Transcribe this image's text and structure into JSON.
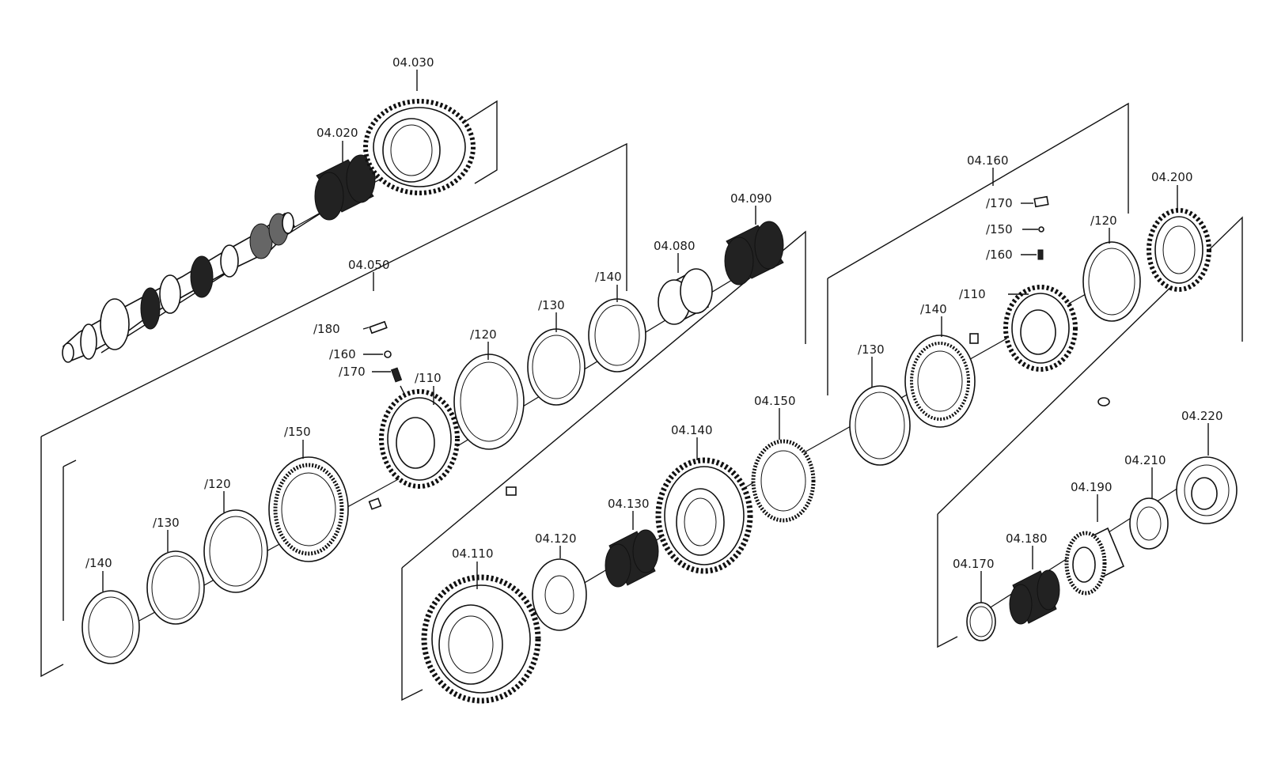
{
  "labels": {
    "p04030": "04.030",
    "p04020": "04.020",
    "p04050": "04.050",
    "p04080": "04.080",
    "p04090": "04.090",
    "p04160": "04.160",
    "p04200": "04.200",
    "p04150": "04.150",
    "p04140": "04.140",
    "p04130": "04.130",
    "p04120": "04.120",
    "p04110": "04.110",
    "p04220": "04.220",
    "p04210": "04.210",
    "p04190": "04.190",
    "p04180": "04.180",
    "p04170": "04.170",
    "a180": "/180",
    "a160": "/160",
    "a170": "/170",
    "a110": "/110",
    "a120": "/120",
    "a130": "/130",
    "a140": "/140",
    "a150": "/150",
    "a120b": "/120",
    "a130b": "/130",
    "a140b": "/140",
    "b170": "/170",
    "b150": "/150",
    "b160": "/160",
    "b110": "/110",
    "b120": "/120",
    "b140": "/140",
    "b130": "/130"
  }
}
